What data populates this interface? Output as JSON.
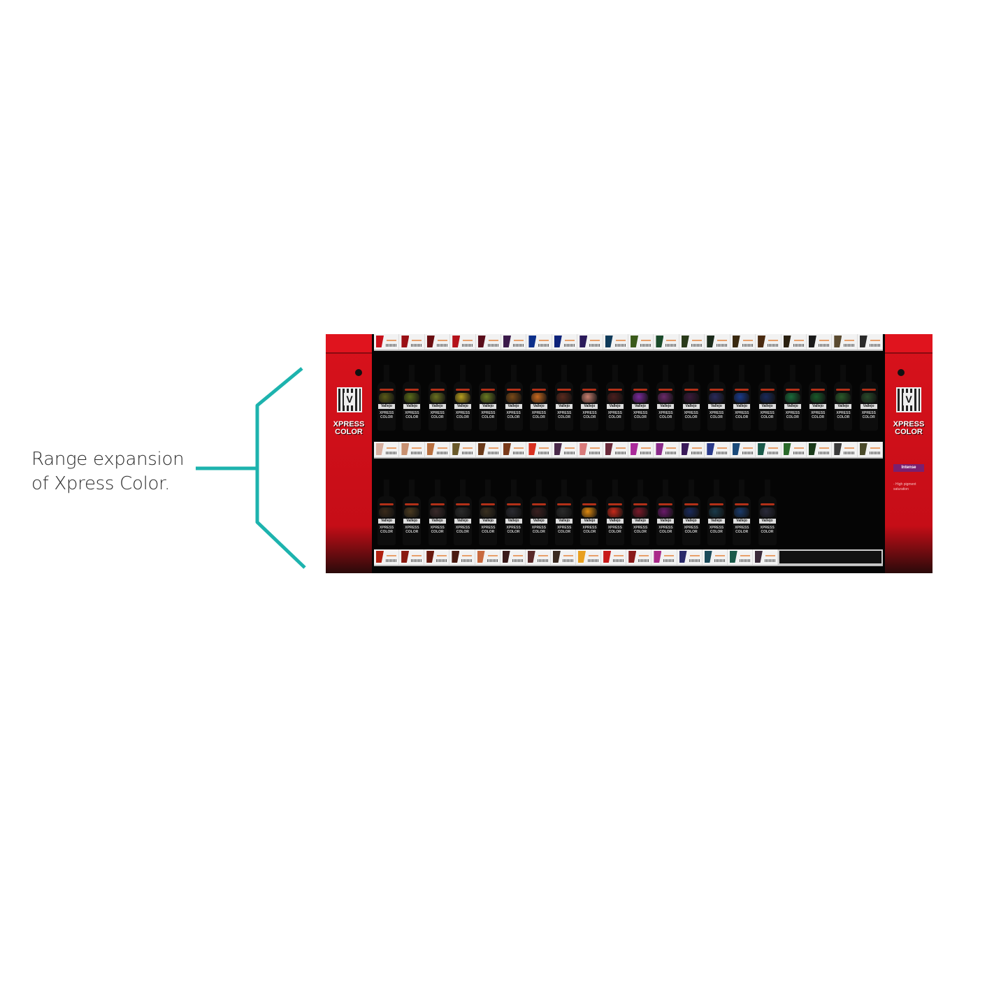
{
  "caption": {
    "line1": "Range expansion",
    "line2": "of Xpress Color."
  },
  "accent_color": "#1db3ae",
  "display": {
    "brand_line1": "XPRESS",
    "brand_line2": "COLOR",
    "qr_letter": "V",
    "badge": "Intense",
    "note": "- High pigment saturation",
    "bottle_label": "Vallejo",
    "bottle_sub": "XPRESS COLOR",
    "top_strip_colors": [
      "#c8101a",
      "#9a0f14",
      "#6a0d10",
      "#b5121a",
      "#5a0d1a",
      "#3a1a4a",
      "#0c2f8a",
      "#0e237a",
      "#2a1a5a",
      "#0e3a5a",
      "#3a5a1a",
      "#1a4a2a",
      "#2a3a1a",
      "#1a2a1a",
      "#3a2a10",
      "#4a2a10",
      "#2a2010",
      "#1a1a1a",
      "#5a4a30",
      "#2a2a2a"
    ],
    "row1_colors": [
      "#5a5a18",
      "#5a6a1a",
      "#6a7020",
      "#b8a020",
      "#6a7a22",
      "#7a4a18",
      "#c86a20",
      "#5a2a1e",
      "#c88070",
      "#4a1e1e",
      "#7a2a9a",
      "#6a2a6a",
      "#3a1a3a",
      "#2a2a5a",
      "#1a3a8a",
      "#1a2a5a",
      "#1a6a3a",
      "#1a5a2a",
      "#2a5a2a",
      "#2a4a2a"
    ],
    "strip2_colors": [
      "#d8b0a0",
      "#c89070",
      "#b87040",
      "#6a5a2a",
      "#6a3a1a",
      "#7a3a1a",
      "#d83020",
      "#4a2a4a",
      "#d87a7a",
      "#6a2a3a",
      "#aa2a9a",
      "#8a2a8a",
      "#3a1a5a",
      "#2a3a8a",
      "#1a4a7a",
      "#1a5a4a",
      "#2a6a2a",
      "#1a3a1a",
      "#3a3a3a",
      "#4a4a2a"
    ],
    "row2_colors": [
      "#3a2a1a",
      "#4a3a20",
      "#3a2a2a",
      "#2a2a2a",
      "#3a3020",
      "#2a2a30",
      "#3a2020",
      "#2a2a2a",
      "#e08a10",
      "#c82a1a",
      "#7a1a2a",
      "#6a1a6a",
      "#1a2a5a",
      "#1a3a4a",
      "#1a3a6a",
      "#2a2a3a"
    ],
    "strip3_colors": [
      "#b02010",
      "#8a1a10",
      "#6a1a10",
      "#4a1a10",
      "#c86a40",
      "#3a1a1a",
      "#5a2a2a",
      "#3a2a20",
      "#e8a020",
      "#c81a1a",
      "#8a1a1a",
      "#aa2a8a",
      "#2a2a6a",
      "#1a4a5a",
      "#1a5a4a",
      "#3a2a3a"
    ]
  }
}
